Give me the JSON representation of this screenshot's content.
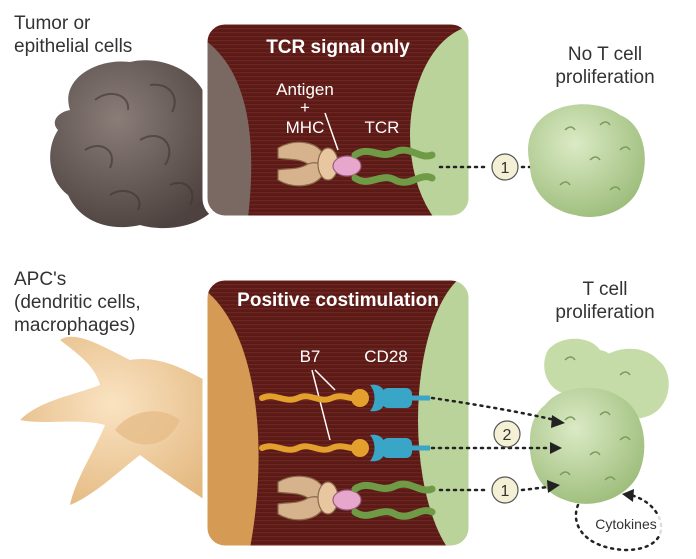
{
  "top": {
    "left_label_line1": "Tumor or",
    "left_label_line2": "epithelial cells",
    "panel_title": "TCR signal only",
    "antigen_label": "Antigen",
    "plus_label": "+",
    "mhc_label": "MHC",
    "tcr_label": "TCR",
    "step": "1",
    "right_label_line1": "No T cell",
    "right_label_line2": "proliferation"
  },
  "bottom": {
    "left_label_line1": "APC's",
    "left_label_line2": "(dendritic cells,",
    "left_label_line3": "macrophages)",
    "panel_title": "Positive costimulation",
    "b7_label": "B7",
    "cd28_label": "CD28",
    "step_upper": "2",
    "step_lower": "1",
    "right_label_line1": "T cell",
    "right_label_line2": "proliferation",
    "cytokines_label": "Cytokines"
  },
  "colors": {
    "panel_bg": "#5a1a16",
    "t_cell": "#b9d39a",
    "tumor_cell": "#6f615c",
    "apc_cell": "#f1d3a6",
    "b7": "#e3a02c",
    "cd28": "#3aa6c7",
    "tcr": "#6f9a46",
    "mhc": "#d6b28d",
    "antigen": "#e7a6cc"
  }
}
